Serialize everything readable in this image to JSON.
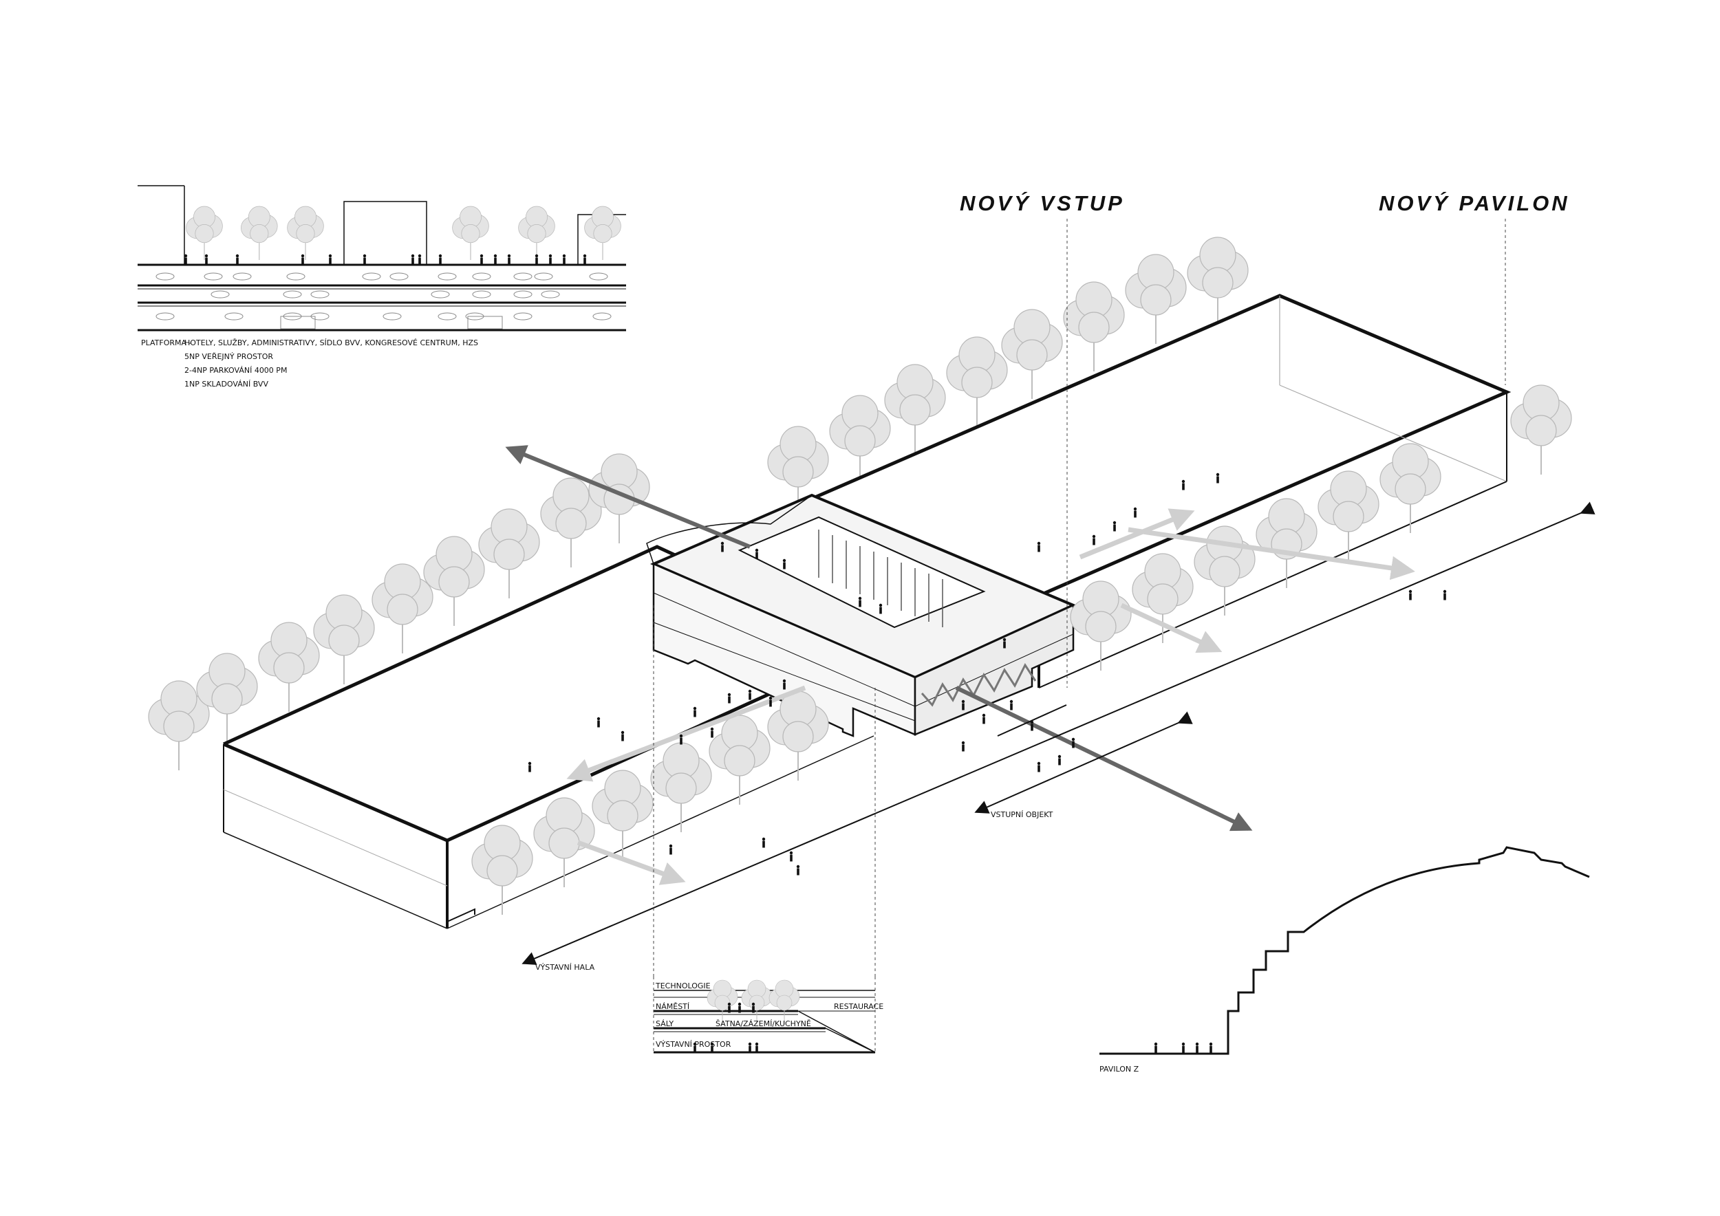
{
  "headings": {
    "novy_vstup": "NOVÝ VSTUP",
    "novy_pavilon": "NOVÝ PAVILON"
  },
  "platform": {
    "title": "PLATFORMA -",
    "line1": "HOTELY, SLUŽBY, ADMINISTRATIVY, SÍDLO BVV, KONGRESOVÉ CENTRUM, HZS",
    "line2": "5NP VEŘEJNÝ PROSTOR",
    "line3": "2-4NP PARKOVÁNÍ 4000 PM",
    "line4": "1NP SKLADOVÁNÍ BVV"
  },
  "labels": {
    "vstupni_objekt": "VSTUPNÍ OBJEKT",
    "vystavni_hala": "VÝSTAVNÍ HALA",
    "pavilon_z": "PAVILON Z"
  },
  "section": {
    "technologie": "TECHNOLOGIE",
    "namesti": "NÁMĚSTÍ",
    "restaurace": "RESTAURACE",
    "saly": "SÁLY",
    "satna": "ŠATNA/ZÁZEMÍ/KUCHYNĚ",
    "vystavni_prostor": "VÝSTAVNÍ PROSTOR"
  },
  "colors": {
    "line": "#111111",
    "tree_fill": "#e4e4e4",
    "tree_stroke": "#b8b8b8",
    "arrow_dark": "#666666",
    "arrow_light": "#cfcfcf"
  }
}
